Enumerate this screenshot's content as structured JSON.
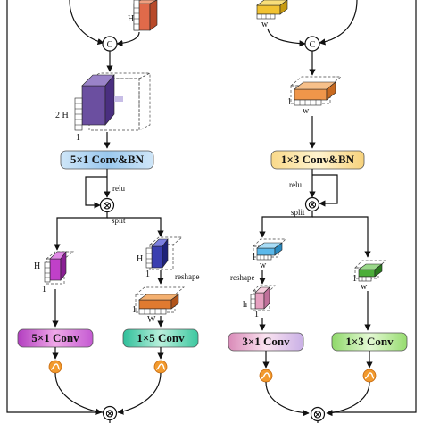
{
  "operators": {
    "concat": "C",
    "multiply": "⊗"
  },
  "labels": {
    "left_top_h": "H",
    "left_cube_2h": "2 H",
    "left_cube_1": "1",
    "left_conv_bn": "5×1 Conv&BN",
    "left_relu": "relu",
    "left_split": "split",
    "left_a_h": "H",
    "left_a_1": "1",
    "left_b_h": "H",
    "left_b_1": "1",
    "left_reshape": "reshape",
    "left_flat_1": "1",
    "left_flat_w": "W",
    "left_conv_a": "5×1 Conv",
    "left_conv_b": "1×5 Conv",
    "right_top_w": "w",
    "right_cube_1": "1",
    "right_cube_w": "w",
    "right_conv_bn": "1×3 Conv&BN",
    "right_relu": "relu",
    "right_split": "split",
    "right_a_1": "1",
    "right_a_w": "w",
    "right_b_1": "1",
    "right_b_w": "w",
    "right_reshape": "reshape",
    "right_tall_h": "h",
    "right_tall_1": "1",
    "right_conv_a": "3×1 Conv",
    "right_conv_b": "1×3 Conv"
  },
  "colors": {
    "left_conv_bn": "#aed4f2",
    "left_conv_a": "#d46cc8",
    "left_conv_b": "#72d6b8",
    "right_conv_bn": "#fbe9a6",
    "right_conv_a": "#e4a0c4",
    "right_conv_b": "#b6e88e",
    "sigmoid": "#f29a2e"
  }
}
